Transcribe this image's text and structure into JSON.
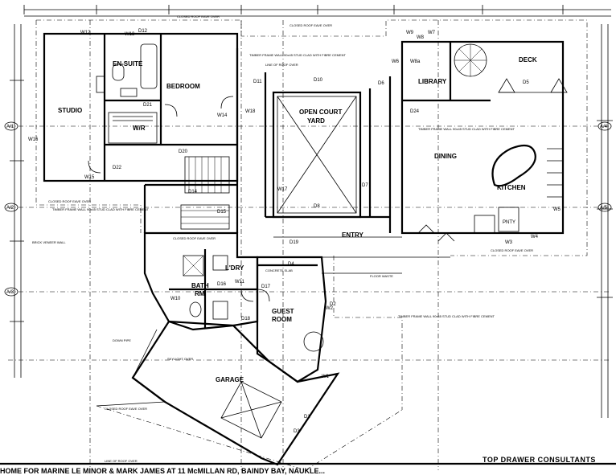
{
  "rooms": {
    "studio": "STUDIO",
    "ensuite": "EN-SUITE",
    "bedroom": "BEDROOM",
    "wir": "W/R",
    "open_court": "OPEN COURT",
    "yard": "YARD",
    "library": "LIBRARY",
    "deck": "DECK",
    "dining": "DINING",
    "kitchen": "KITCHEN",
    "entry": "ENTRY",
    "ldry": "L'DRY",
    "bath": "BATH",
    "rm": "RM",
    "guest": "GUEST",
    "room": "ROOM",
    "garage": "GARAGE",
    "pantry": "PNTY"
  },
  "tags": {
    "w12": "W12",
    "w13": "W13",
    "d12": "D12",
    "w14": "W14",
    "d21": "D21",
    "w15": "W15",
    "d22": "D22",
    "w16": "W16",
    "d20": "D20",
    "d14": "D14",
    "d15": "D15",
    "d19": "D19",
    "d10": "D10",
    "d11": "D11",
    "w17": "W17",
    "w18": "W18",
    "d8": "D8",
    "d7": "D7",
    "d6": "D6",
    "w9": "W9",
    "w8": "W8",
    "w7": "W7",
    "w8a": "W8a",
    "w6": "W6",
    "d5": "D5",
    "d24": "D24",
    "w5": "W5",
    "w4": "W4",
    "w3": "W3",
    "w2": "W2",
    "w1": "W1",
    "d2": "D2",
    "d1": "D1",
    "d17": "D17",
    "d18": "D18",
    "w10": "W10",
    "w11": "W11",
    "d16": "D16",
    "d4": "D4",
    "d3": "D3"
  },
  "grid": {
    "a1": "A/1",
    "a2": "A/2",
    "a3": "A/3",
    "a4": "A/4",
    "a5": "A/5"
  },
  "notes": {
    "n1": "CLOSED ROOF EAVE OVER",
    "n2": "SKYLIGHT OVER",
    "n3": "TIMBER FRAME WALL 90x45 STUD CLAD WITH FIBRE CEMENT",
    "n4": "DOWN PIPE",
    "n5": "LINE OF ROOF OVER",
    "n6": "FLOOR WASTE",
    "n7": "BRICK VENEER WALL",
    "n8": "CONCRETE SLAB"
  },
  "title_block": {
    "consultant": "TOP DRAWER CONSULTANTS",
    "project": "HOME FOR MARINE LE MINOR & MARK JAMES AT 11 McMILLAN RD, BAINDY BAY, NAUKLE..."
  }
}
